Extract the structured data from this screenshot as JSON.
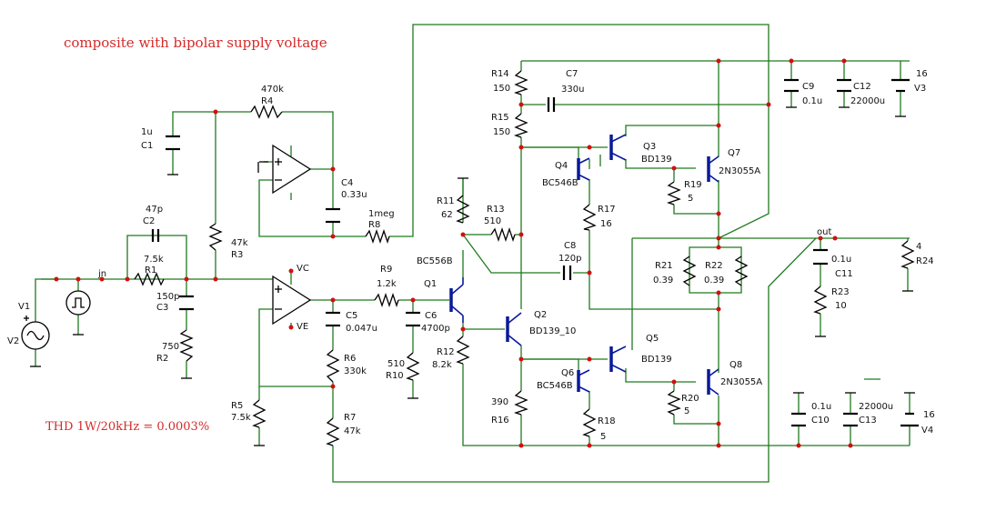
{
  "title": "composite with bipolar supply voltage",
  "thd_note": "THD 1W/20kHz = 0.0003%",
  "nodes": {
    "in": "jn",
    "out": "out",
    "vc": "VC",
    "ve": "VE"
  },
  "components": {
    "R1": {
      "name": "R1",
      "value": "7.5k"
    },
    "R2": {
      "name": "R2",
      "value": "750"
    },
    "R3": {
      "name": "R3",
      "value": "47k"
    },
    "R4": {
      "name": "R4",
      "value": "470k"
    },
    "R5": {
      "name": "R5",
      "value": "7.5k"
    },
    "R6": {
      "name": "R6",
      "value": "330k"
    },
    "R7": {
      "name": "R7",
      "value": "47k"
    },
    "R8": {
      "name": "R8",
      "value": "1meg"
    },
    "R9": {
      "name": "R9",
      "value": "1.2k"
    },
    "R10": {
      "name": "R10",
      "value": "510"
    },
    "R11": {
      "name": "R11",
      "value": "62"
    },
    "R12": {
      "name": "R12",
      "value": "8.2k"
    },
    "R13": {
      "name": "R13",
      "value": "510"
    },
    "R14": {
      "name": "R14",
      "value": "150"
    },
    "R15": {
      "name": "R15",
      "value": "150"
    },
    "R16": {
      "name": "R16",
      "value": "390"
    },
    "R17": {
      "name": "R17",
      "value": "16"
    },
    "R18": {
      "name": "R18",
      "value": "5"
    },
    "R19": {
      "name": "R19",
      "value": "5"
    },
    "R20": {
      "name": "R20",
      "value": "5"
    },
    "R21": {
      "name": "R21",
      "value": "0.39"
    },
    "R22": {
      "name": "R22",
      "value": "0.39"
    },
    "R23": {
      "name": "R23",
      "value": "10"
    },
    "R24": {
      "name": "R24",
      "value": "4"
    },
    "C1": {
      "name": "C1",
      "value": "1u"
    },
    "C2": {
      "name": "C2",
      "value": "47p"
    },
    "C3": {
      "name": "C3",
      "value": "150p"
    },
    "C4": {
      "name": "C4",
      "value": "0.33u"
    },
    "C5": {
      "name": "C5",
      "value": "0.047u"
    },
    "C6": {
      "name": "C6",
      "value": "4700p"
    },
    "C7": {
      "name": "C7",
      "value": "330u"
    },
    "C8": {
      "name": "C8",
      "value": "120p"
    },
    "C9": {
      "name": "C9",
      "value": "0.1u"
    },
    "C10": {
      "name": "C10",
      "value": "0.1u"
    },
    "C11": {
      "name": "C11",
      "value": "0.1u"
    },
    "C12": {
      "name": "C12",
      "value": "22000u"
    },
    "C13": {
      "name": "C13",
      "value": "22000u"
    },
    "Q1": {
      "name": "Q1",
      "value": "BC556B"
    },
    "Q2": {
      "name": "Q2",
      "value": "BD139_10"
    },
    "Q3": {
      "name": "Q3",
      "value": "BD139"
    },
    "Q4": {
      "name": "Q4",
      "value": "BC546B"
    },
    "Q5": {
      "name": "Q5",
      "value": "BD139"
    },
    "Q6": {
      "name": "Q6",
      "value": "BC546B"
    },
    "Q7": {
      "name": "Q7",
      "value": "2N3055A"
    },
    "Q8": {
      "name": "Q8",
      "value": "2N3055A"
    },
    "V1": {
      "name": "V1"
    },
    "V2": {
      "name": "V2"
    },
    "V3": {
      "name": "V3",
      "value": "16"
    },
    "V4": {
      "name": "V4",
      "value": "16"
    }
  }
}
